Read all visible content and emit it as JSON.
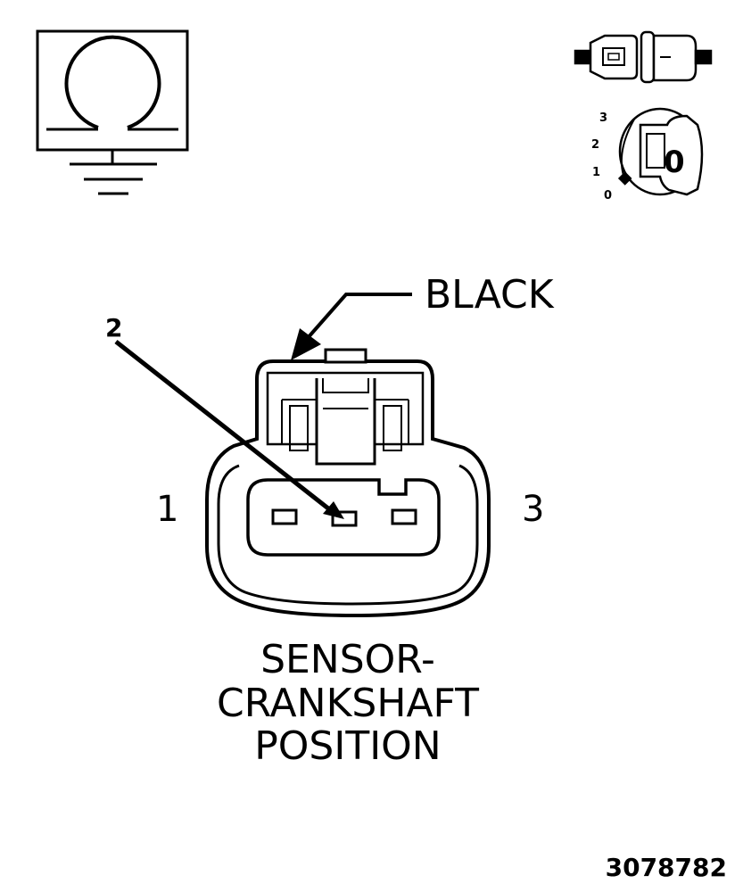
{
  "wire_color_label": "BLACK",
  "pins": {
    "left": "1",
    "middle": "2",
    "right": "3"
  },
  "component_name": {
    "line1": "SENSOR-",
    "line2": "CRANKSHAFT",
    "line3": "POSITION"
  },
  "ignition_key": {
    "positions": [
      "3",
      "2",
      "1",
      "0"
    ],
    "key_face": "0"
  },
  "figure_number": "3078782",
  "icons": {
    "ohmmeter_ground": "ohm-ground-icon",
    "connector_disconnect": "disconnect-connector-icon",
    "ignition_switch": "ignition-key-icon"
  }
}
